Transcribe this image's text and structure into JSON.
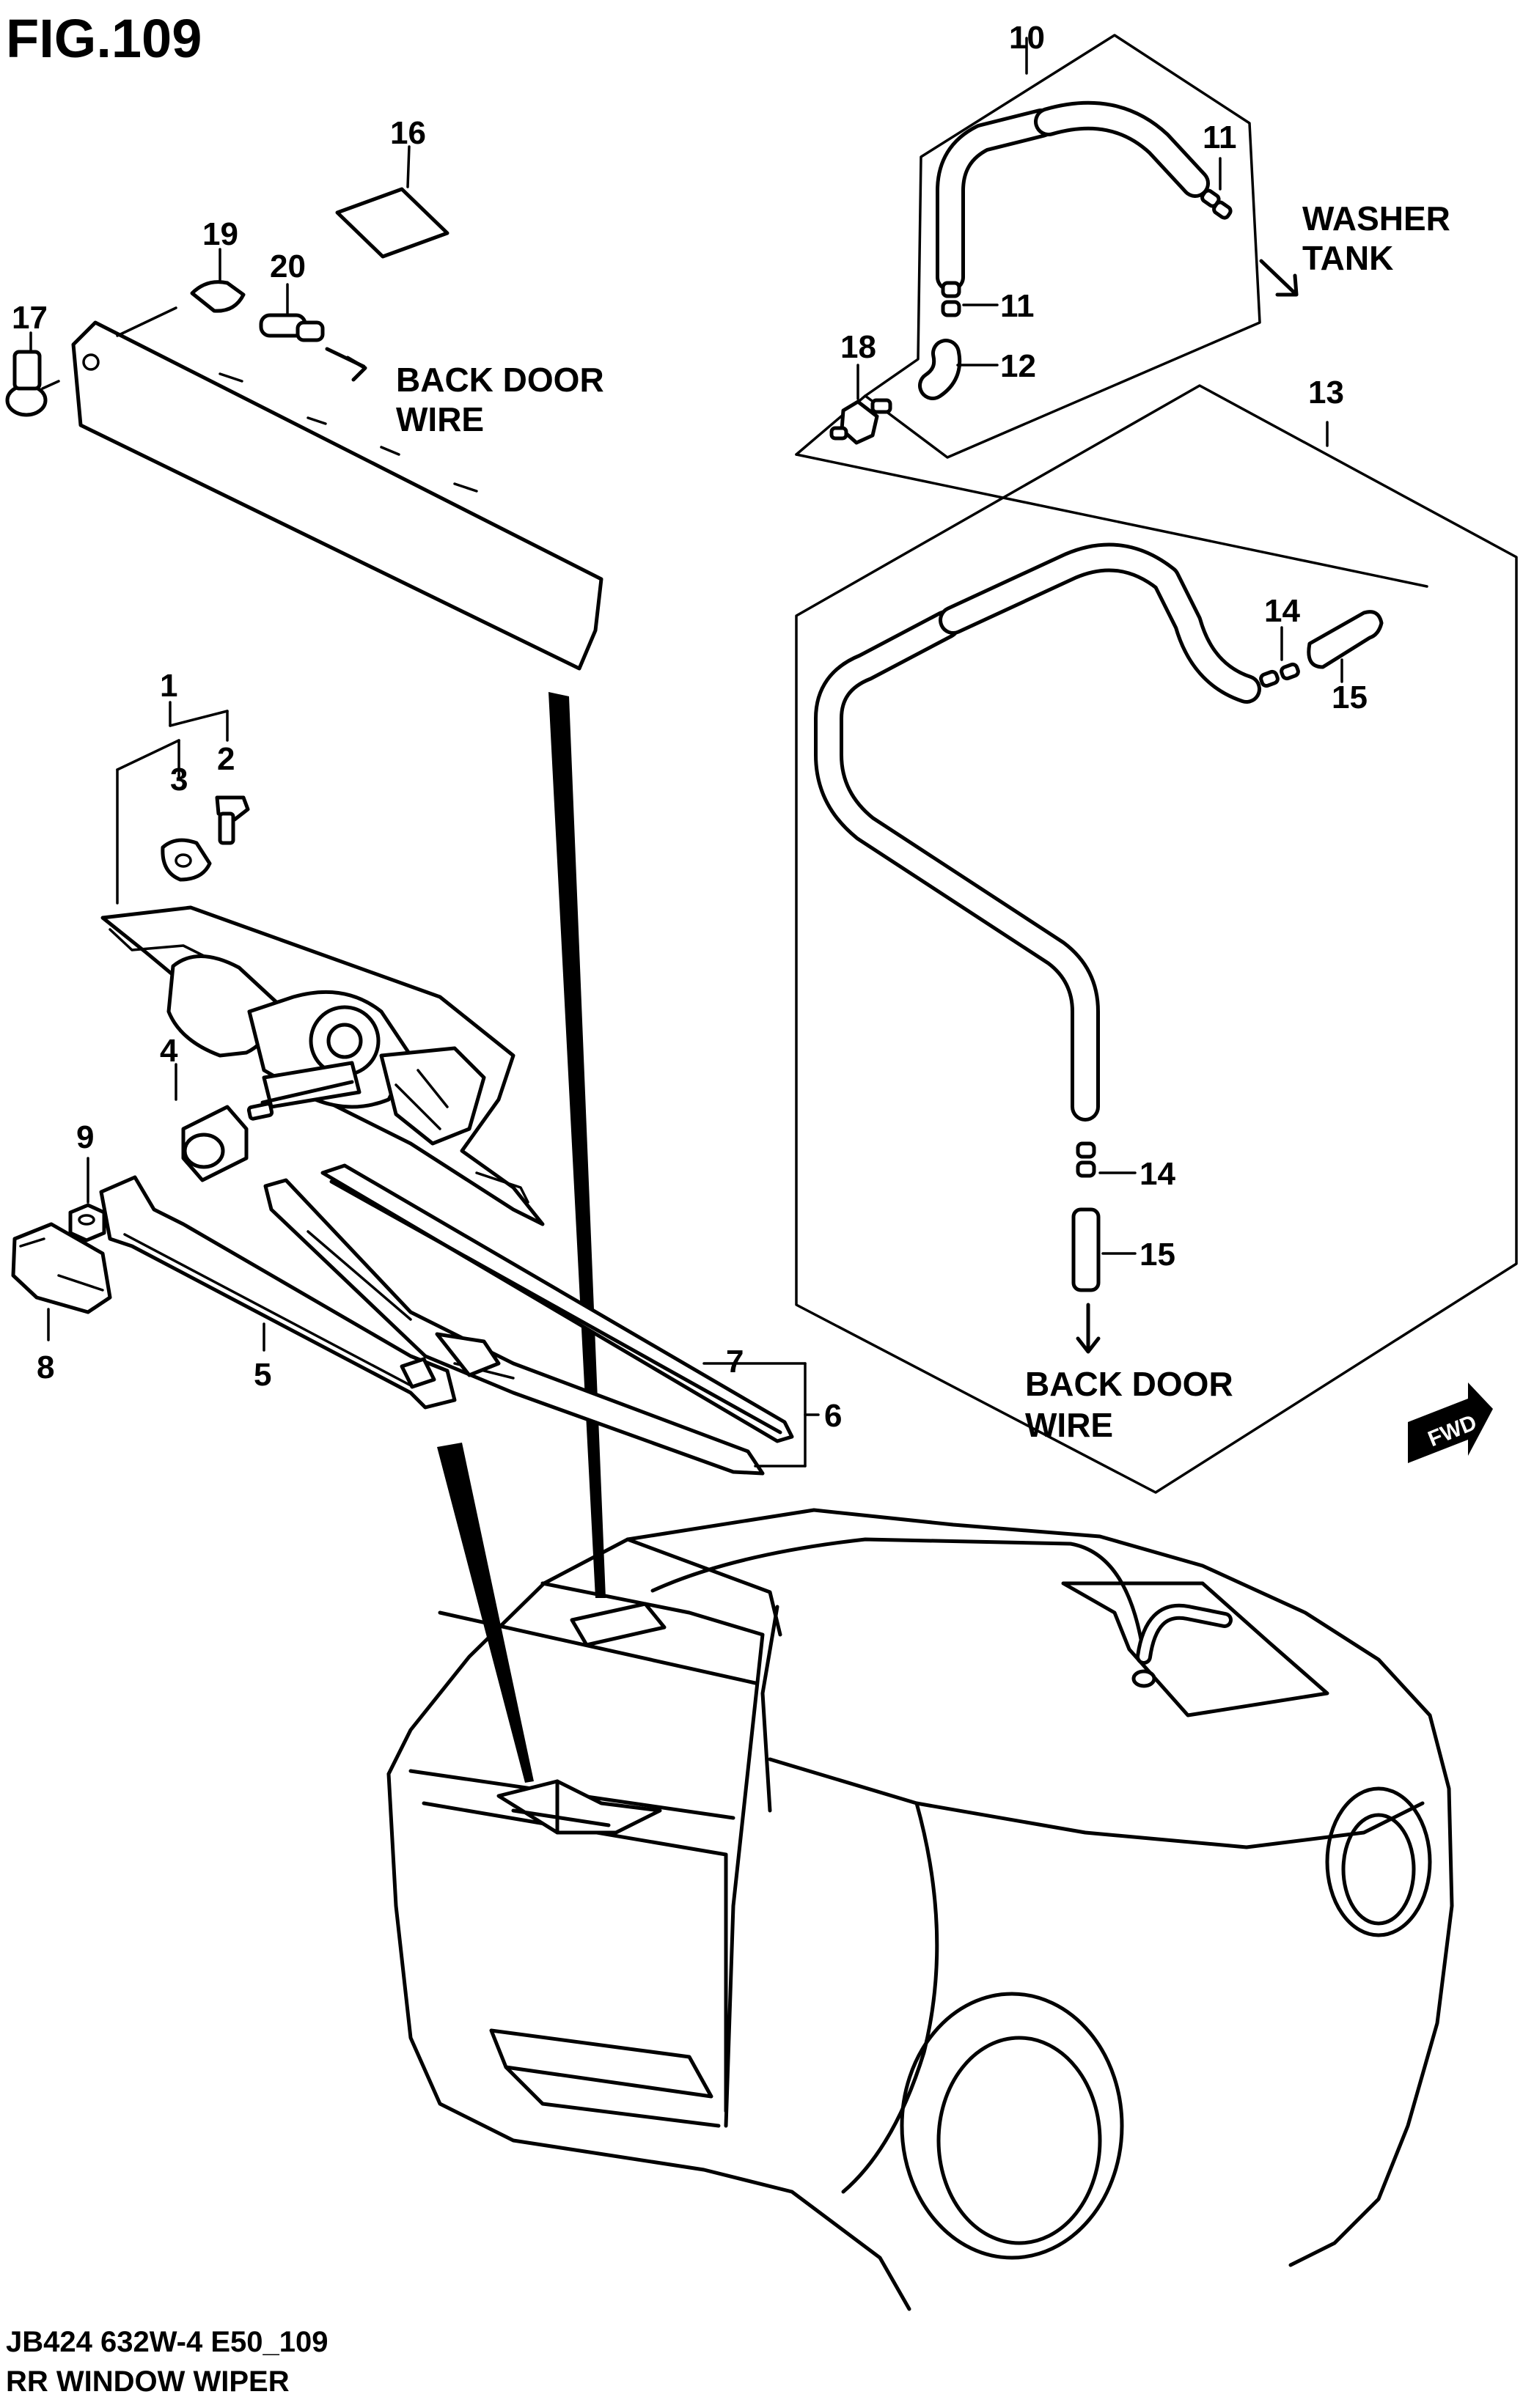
{
  "figure": {
    "number": "FIG.109",
    "code": "JB424 632W-4 E50_109",
    "caption": "RR WINDOW WIPER"
  },
  "callouts": {
    "p1": "1",
    "p2": "2",
    "p3": "3",
    "p4": "4",
    "p5": "5",
    "p6": "6",
    "p7": "7",
    "p8": "8",
    "p9": "9",
    "p10": "10",
    "p11a": "11",
    "p11b": "11",
    "p12": "12",
    "p13": "13",
    "p14a": "14",
    "p14b": "14",
    "p15a": "15",
    "p15b": "15",
    "p16": "16",
    "p17": "17",
    "p18": "18",
    "p19": "19",
    "p20": "20"
  },
  "notes": {
    "back_door_wire_top_1": "BACK DOOR",
    "back_door_wire_top_2": "WIRE",
    "washer_tank_1": "WASHER",
    "washer_tank_2": "TANK",
    "back_door_wire_bottom_1": "BACK DOOR",
    "back_door_wire_bottom_2": "WIRE",
    "fwd_badge": "FWD"
  }
}
